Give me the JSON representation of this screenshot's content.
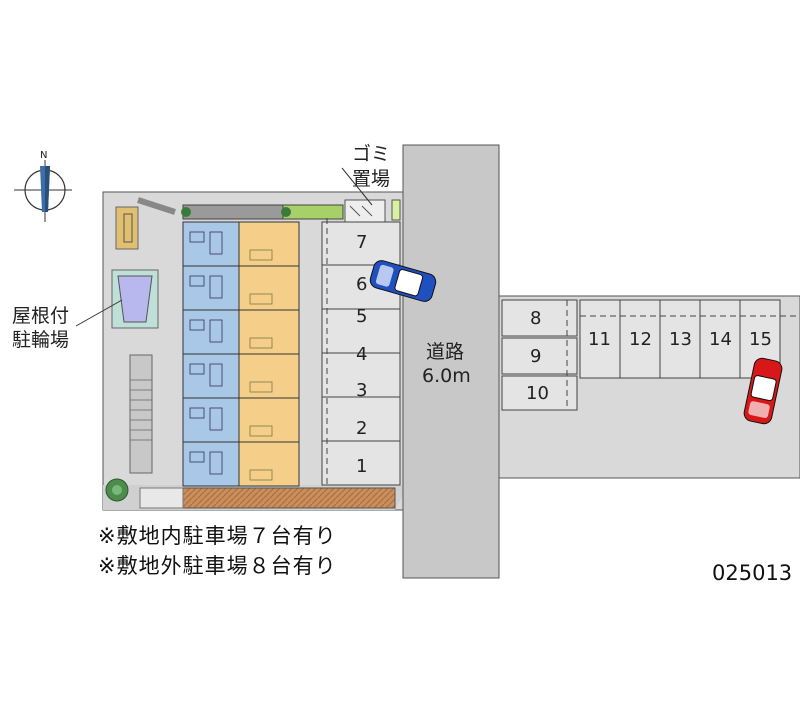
{
  "labels": {
    "garbage_line1": "ゴミ",
    "garbage_line2": "置場",
    "bicycle_line1": "屋根付",
    "bicycle_line2": "駐輪場",
    "road_line1": "道路",
    "road_line2": "6.0m",
    "compass": "N"
  },
  "onsite_spaces": [
    "1",
    "2",
    "3",
    "4",
    "5",
    "6",
    "7"
  ],
  "offsite_spaces_left": [
    "8",
    "9",
    "10"
  ],
  "offsite_spaces_row": [
    "11",
    "12",
    "13",
    "14",
    "15"
  ],
  "notes": {
    "line1": "※敷地内駐車場７台有り",
    "line2": "※敷地外駐車場８台有り"
  },
  "code": "025013",
  "icons": [
    "compass-icon",
    "car-icon",
    "tree-icon"
  ],
  "colors": {
    "site": "#d9d9d9",
    "road": "#c8c8c8",
    "unit_blue": "#a9c8e8",
    "unit_orange": "#f5cf8a",
    "paving": "#d7a070",
    "car_blue": "#2050c0",
    "car_red": "#d81818"
  }
}
